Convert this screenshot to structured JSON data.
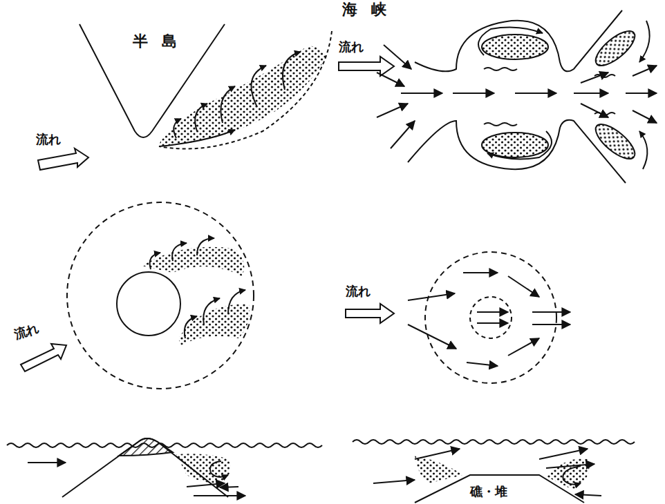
{
  "diagram": {
    "labels": [
      "半島",
      "海峡",
      "流れ",
      "流れ",
      "流れ",
      "流れ",
      "礁・堆"
    ]
  }
}
